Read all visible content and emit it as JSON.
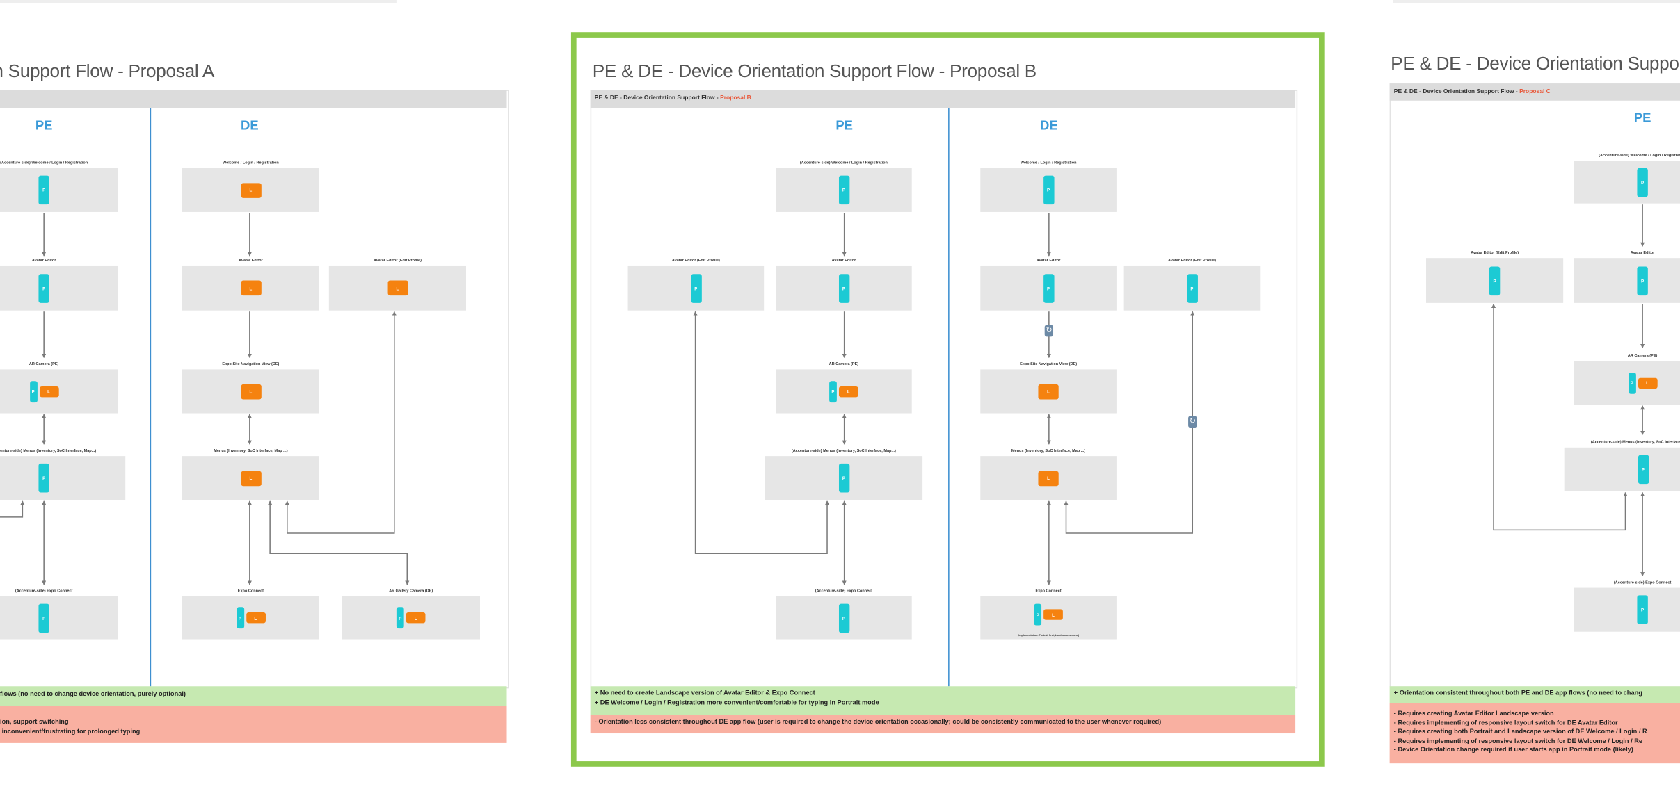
{
  "colors": {
    "selected_frame_border": "#8cc84b",
    "portrait_badge": "#1ccad4",
    "landscape_badge": "#f5820f",
    "column_header": "#3b9ad8",
    "proposal_label": "#e8583a",
    "pros_background": "#c6e9b1",
    "cons_background": "#f9b0a1"
  },
  "frames": [
    {
      "selected": false,
      "title": "n Support Flow - Proposal A",
      "header": {
        "prefix": "",
        "proposal": ""
      },
      "columns": [
        "PE",
        "DE"
      ],
      "nodes": [
        {
          "label": "(Accenture-side) Welcome / Login / Registration",
          "screens": [
            "P"
          ]
        },
        {
          "label": "Avatar Editor",
          "screens": [
            "P"
          ]
        },
        {
          "label": "AR Camera (PE)",
          "screens": [
            "P",
            "L"
          ]
        },
        {
          "label": "(Accenture-side) Menus (Inventory, SoC Interface, Map...)",
          "screens": [
            "P"
          ]
        },
        {
          "label": "(Accenture-side) Expo Connect",
          "screens": [
            "P"
          ]
        },
        {
          "label": "Welcome / Login / Registration",
          "screens": [
            "L"
          ]
        },
        {
          "label": "Avatar Editor",
          "screens": [
            "L"
          ]
        },
        {
          "label": "Avatar Editor (Edit Profile)",
          "screens": [
            "L"
          ]
        },
        {
          "label": "Expo Site Navigation View (DE)",
          "screens": [
            "L"
          ]
        },
        {
          "label": "Menus (Inventory, SoC Interface, Map ...)",
          "screens": [
            "L"
          ]
        },
        {
          "label": "Expo Connect",
          "screens": [
            "P",
            "L"
          ]
        },
        {
          "label": "AR Gallery Camera (DE)",
          "screens": [
            "P",
            "L"
          ]
        }
      ],
      "pros": [
        "flows (no need to change device orientation, purely optional)"
      ],
      "cons": [
        "ion, support switching",
        " inconvenient/frustrating for prolonged typing"
      ]
    },
    {
      "selected": true,
      "title": "PE & DE - Device Orientation Support Flow - Proposal B",
      "header": {
        "prefix": "PE & DE - Device Orientation Support Flow - ",
        "proposal": "Proposal B"
      },
      "columns": [
        "PE",
        "DE"
      ],
      "nodes": [
        {
          "label": "(Accenture-side) Welcome / Login / Registration",
          "screens": [
            "P"
          ]
        },
        {
          "label": "Avatar Editor (Edit Profile)",
          "screens": [
            "P"
          ]
        },
        {
          "label": "Avatar Editor",
          "screens": [
            "P"
          ]
        },
        {
          "label": "AR Camera (PE)",
          "screens": [
            "P",
            "L"
          ]
        },
        {
          "label": "(Accenture-side) Menus (Inventory, SoC Interface, Map...)",
          "screens": [
            "P"
          ]
        },
        {
          "label": "(Accenture-side) Expo Connect",
          "screens": [
            "P"
          ]
        },
        {
          "label": "Welcome / Login / Registration",
          "screens": [
            "P"
          ]
        },
        {
          "label": "Avatar Editor",
          "screens": [
            "P"
          ]
        },
        {
          "label": "Avatar Editor (Edit Profile)",
          "screens": [
            "P"
          ]
        },
        {
          "label": "Expo Site Navigation View (DE)",
          "screens": [
            "L"
          ]
        },
        {
          "label": "Menus (Inventory, SoC Interface, Map ...)",
          "screens": [
            "L"
          ]
        },
        {
          "label": "Expo Connect",
          "screens": [
            "P",
            "L"
          ],
          "note": "(Implementation: Portrait first, Landscape second)"
        }
      ],
      "rotation_icons": [
        "rotate-icon",
        "rotate-icon"
      ],
      "pros": [
        "+ No need to create Landscape version of Avatar Editor & Expo Connect",
        "+ DE Welcome / Login / Registration more convenient/comfortable for typing in Portrait mode"
      ],
      "cons": [
        "- Orientation less consistent throughout DE app flow (user is required to change the device orientation occasionally; could be consistently communicated to the user whenever required)"
      ]
    },
    {
      "selected": false,
      "title": "PE & DE - Device Orientation Support",
      "header": {
        "prefix": "PE & DE - Device Orientation Support Flow - ",
        "proposal": "Proposal C"
      },
      "columns": [
        "PE"
      ],
      "nodes": [
        {
          "label": "(Accenture-side) Welcome / Login / Registration",
          "screens": [
            "P"
          ]
        },
        {
          "label": "Avatar Editor (Edit Profile)",
          "screens": [
            "P"
          ]
        },
        {
          "label": "Avatar Editor",
          "screens": [
            "P"
          ]
        },
        {
          "label": "AR Camera (PE)",
          "screens": [
            "P",
            "L"
          ]
        },
        {
          "label": "(Accenture-side) Menus (Inventory, SoC Interface, Map...)",
          "screens": [
            "P"
          ]
        },
        {
          "label": "(Accenture-side) Expo Connect",
          "screens": [
            "P"
          ]
        }
      ],
      "pros": [
        "+ Orientation consistent throughout both PE and DE app flows (no need to chang"
      ],
      "cons": [
        "- Requires creating Avatar Editor Landscape version",
        "- Requires implementing of responsive layout switch for DE Avatar Editor",
        "- Requires creating both Portrait and Landscape version of DE Welcome / Login / R",
        "- Requires implementing of responsive layout switch for DE Welcome / Login / Re",
        "- Device Orientation change required if user starts app in Portrait mode (likely)"
      ]
    }
  ]
}
